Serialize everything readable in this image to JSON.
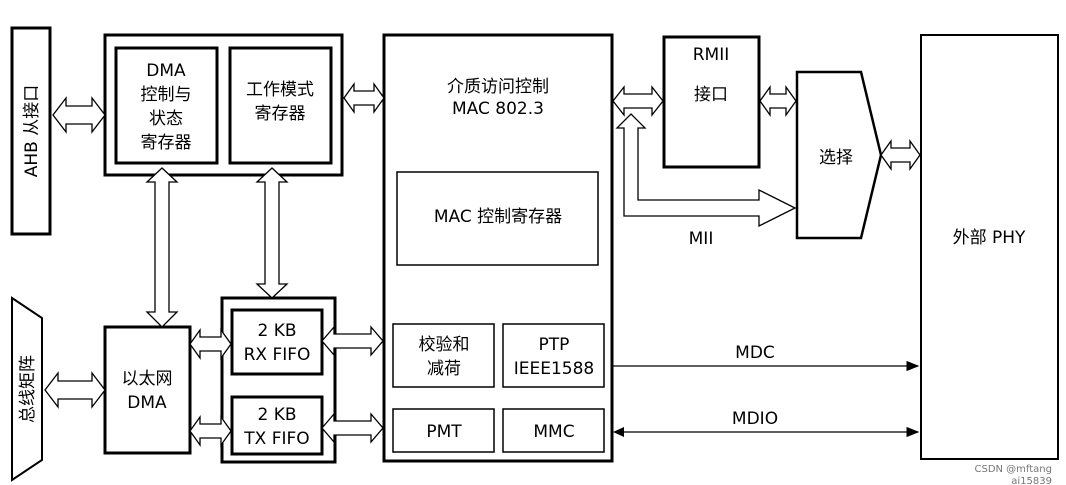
{
  "blocks": {
    "ahb": "AHB 从接口",
    "bus_matrix": "总线矩阵",
    "dma_reg": [
      "DMA",
      "控制与",
      "状态",
      "寄存器"
    ],
    "mode_reg": [
      "工作模式",
      "寄存器"
    ],
    "eth_dma": [
      "以太网",
      "DMA"
    ],
    "rx_fifo": [
      "2 KB",
      "RX FIFO"
    ],
    "tx_fifo": [
      "2 KB",
      "TX FIFO"
    ],
    "mac_title": [
      "介质访问控制",
      "MAC 802.3"
    ],
    "mac_ctrl": "MAC 控制寄存器",
    "checksum": [
      "校验和",
      "减荷"
    ],
    "ptp": [
      "PTP",
      "IEEE1588"
    ],
    "pmt": "PMT",
    "mmc": "MMC",
    "rmii": [
      "RMII",
      "接口"
    ],
    "select": "选择",
    "ext_phy": "外部 PHY"
  },
  "signals": {
    "mii": "MII",
    "mdc": "MDC",
    "mdio": "MDIO"
  },
  "watermark": {
    "line1": "CSDN @mftang",
    "line2": "ai15839"
  }
}
